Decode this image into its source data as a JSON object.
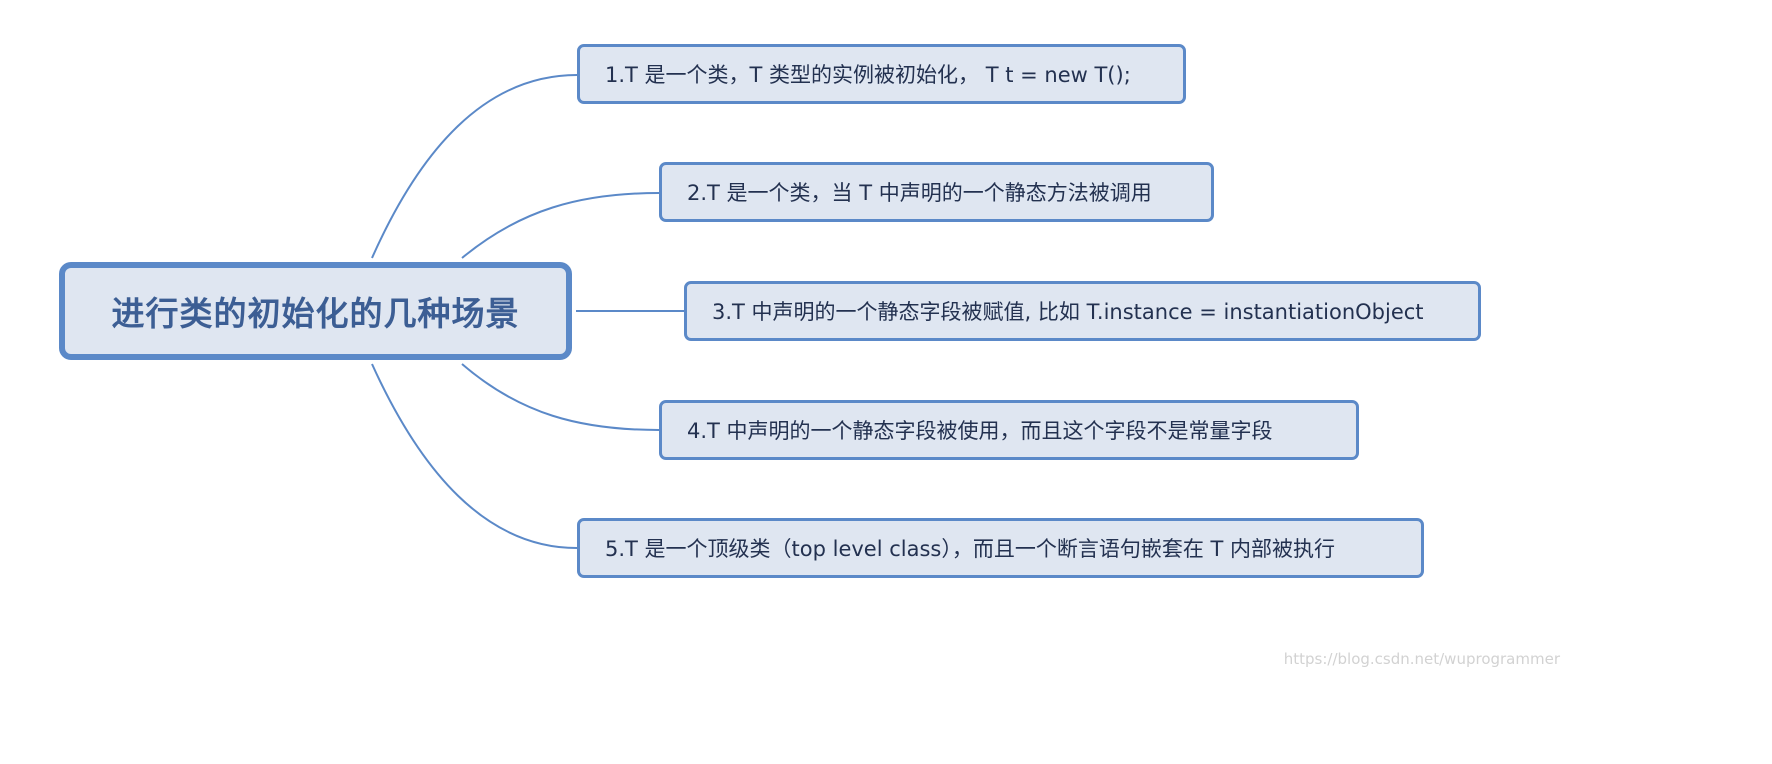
{
  "colors": {
    "accent": "#5b89c8",
    "node_fill": "#dfe6f1",
    "central_text": "#3c5e94",
    "branch_text": "#233150",
    "watermark": "#d2d2d2"
  },
  "central_topic": "进行类的初始化的几种场景",
  "branches": [
    {
      "label": "1.T 是一个类，T 类型的实例被初始化， T t = new T();"
    },
    {
      "label": "2.T 是一个类，当 T 中声明的一个静态方法被调用"
    },
    {
      "label": "3.T 中声明的一个静态字段被赋值, 比如 T.instance = instantiationObject"
    },
    {
      "label": "4.T 中声明的一个静态字段被使用，而且这个字段不是常量字段"
    },
    {
      "label": "5.T 是一个顶级类（top level class），而且一个断言语句嵌套在 T 内部被执行"
    }
  ],
  "watermark": "https://blog.csdn.net/wuprogrammer"
}
